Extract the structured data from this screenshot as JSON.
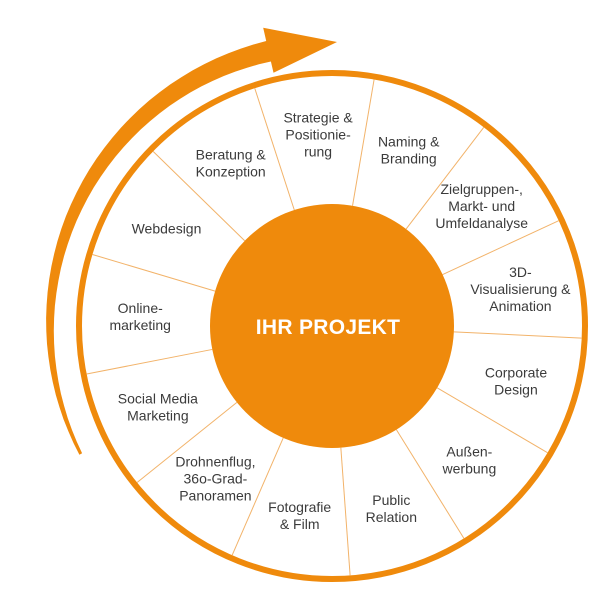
{
  "center": {
    "label": "IHR PROJEKT"
  },
  "colors": {
    "accent": "#ef8a0c",
    "spoke": "#f2b36a",
    "text": "#3b3b3b",
    "white": "#ffffff"
  },
  "segments": [
    {
      "id": "strategie",
      "lines": [
        "Strategie &",
        "Positionie-",
        "rung"
      ]
    },
    {
      "id": "naming",
      "lines": [
        "Naming &",
        "Branding"
      ]
    },
    {
      "id": "zielgruppen",
      "lines": [
        "Zielgruppen-,",
        "Markt- und",
        "Umfeldanalyse"
      ]
    },
    {
      "id": "visualisierung",
      "lines": [
        "3D-",
        "Visualisierung &",
        "Animation"
      ]
    },
    {
      "id": "corporate-design",
      "lines": [
        "Corporate",
        "Design"
      ]
    },
    {
      "id": "aussenwerbung",
      "lines": [
        "Außen-",
        "werbung"
      ]
    },
    {
      "id": "public-relation",
      "lines": [
        "Public",
        "Relation"
      ]
    },
    {
      "id": "fotografie",
      "lines": [
        "Fotografie",
        "& Film"
      ]
    },
    {
      "id": "drohnenflug",
      "lines": [
        "Drohnenflug,",
        "36o-Grad-",
        "Panoramen"
      ]
    },
    {
      "id": "social-media",
      "lines": [
        "Social Media",
        "Marketing"
      ]
    },
    {
      "id": "online-marketing",
      "lines": [
        "Online-",
        "marketing"
      ]
    },
    {
      "id": "webdesign",
      "lines": [
        "Webdesign"
      ]
    },
    {
      "id": "beratung",
      "lines": [
        "Beratung &",
        "Konzeption"
      ]
    }
  ]
}
